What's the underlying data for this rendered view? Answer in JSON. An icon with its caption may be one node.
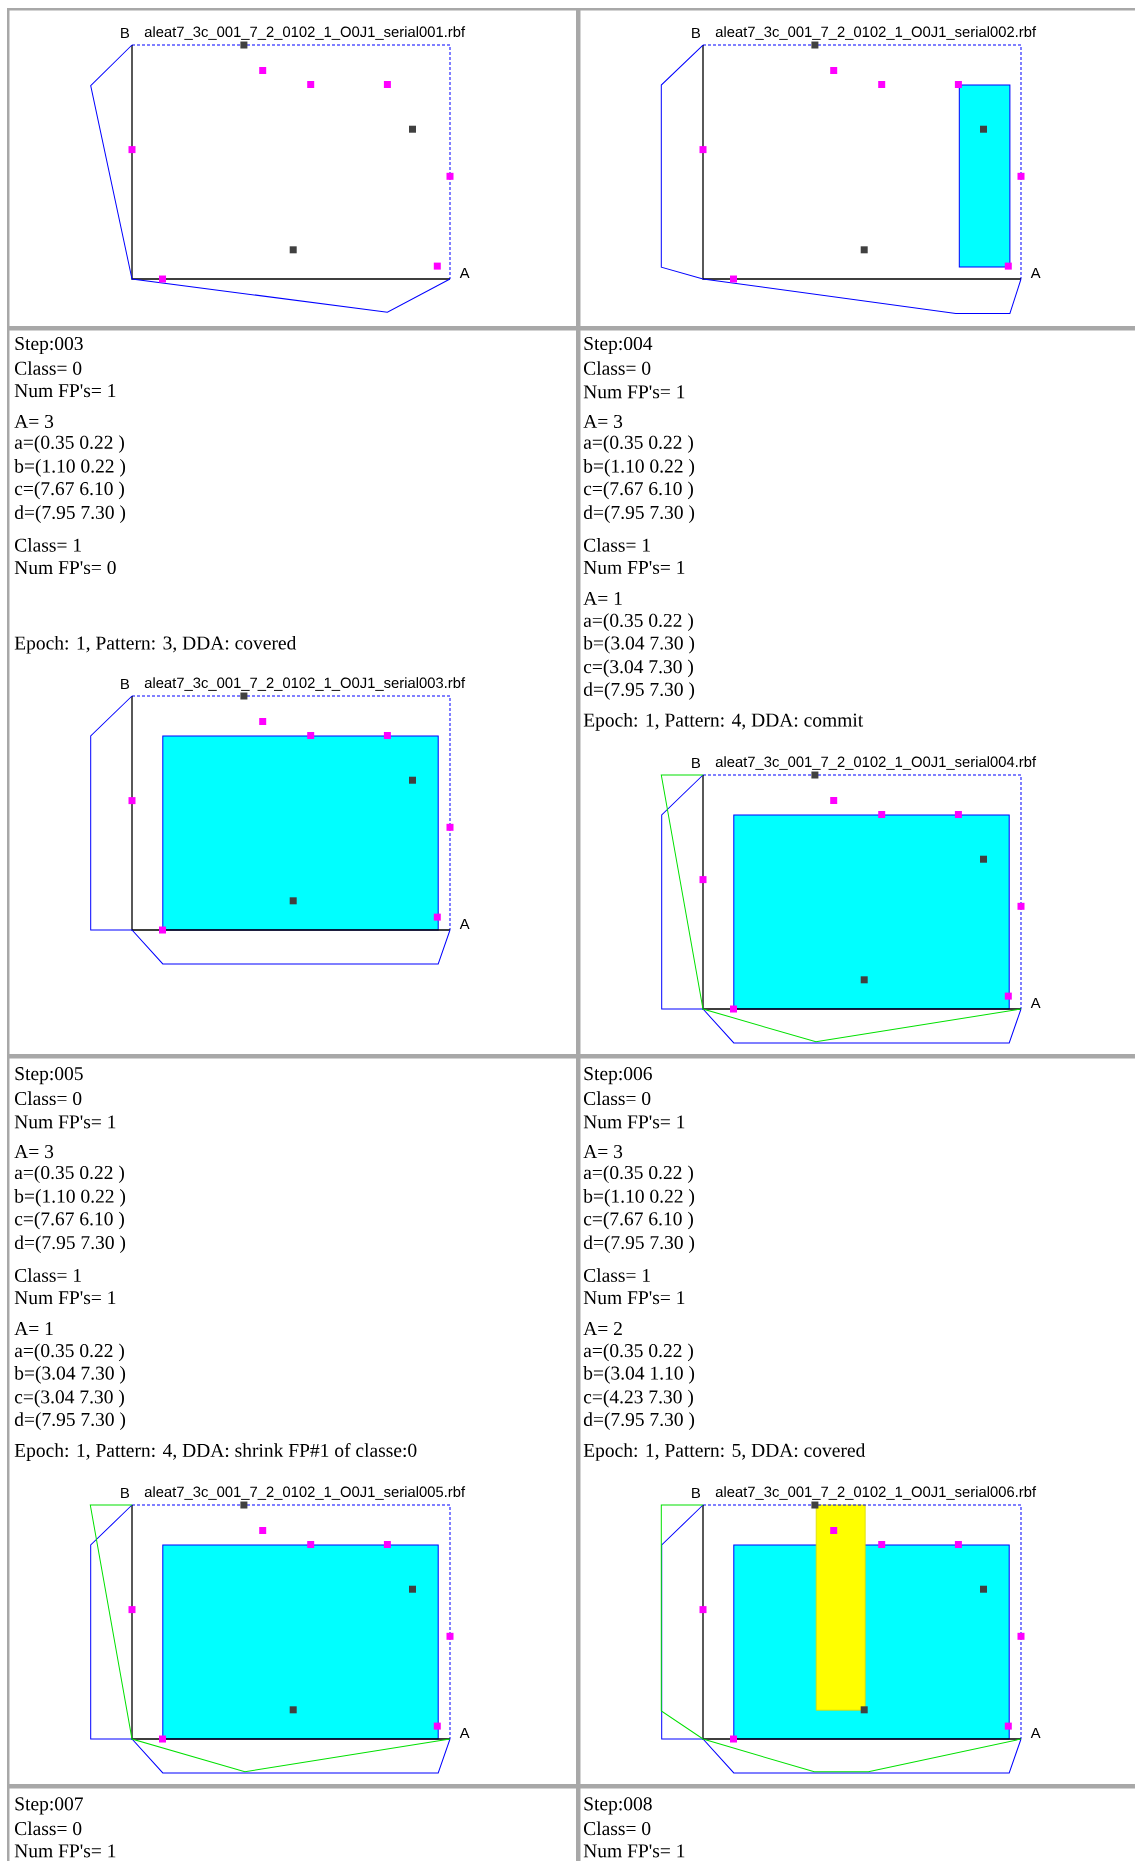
{
  "diagram": {
    "nodes": [
      {
        "text": [],
        "shape": "box"
      },
      {
        "text": [
          "B",
          "aleat7_3c_001_7_2_0102_1_O0J1_serial001.rbf",
          "A"
        ],
        "in": 0
      },
      {
        "text": [],
        "shape": "box"
      },
      {
        "text": [
          "B",
          "aleat7_3c_001_7_2_0102_1_O0J1_serial002.rbf",
          "A"
        ],
        "in": 2
      },
      {
        "text": [
          "Step:003",
          "Class= 0",
          "Num FP's= 1",
          "A= 3",
          "a=(0.35 0.22 )",
          "b=(1.10 0.22 )",
          "c=(7.67 6.10 )",
          "d=(7.95 7.30 )",
          "Class= 1",
          "Num FP's= 0",
          "Epoch: 1, Pattern: 3, DDA: covered"
        ]
      },
      {
        "text": [
          "B",
          "aleat7_3c_001_7_2_0102_1_O0J1_serial003.rbf",
          "A"
        ],
        "in": 4
      },
      {
        "text": [
          "Step:004",
          "Class= 0",
          "Num FP's= 1",
          "A= 3",
          "a=(0.35 0.22 )",
          "b=(1.10 0.22 )",
          "c=(7.67 6.10 )",
          "d=(7.95 7.30 )",
          "Class= 1",
          "Num FP's= 1",
          "A= 1",
          "a=(0.35 0.22 )",
          "b=(3.04 7.30 )",
          "c=(3.04 7.30 )",
          "d=(7.95 7.30 )",
          "Epoch: 1, Pattern: 4, DDA: commit"
        ]
      },
      {
        "text": [
          "B",
          "aleat7_3c_001_7_2_0102_1_O0J1_serial004.rbf",
          "A"
        ],
        "in": 6
      },
      {
        "text": [
          "Step:005",
          "Class= 0",
          "Num FP's= 1",
          "A= 3",
          "a=(0.35 0.22 )",
          "b=(1.10 0.22 )",
          "c=(7.67 6.10 )",
          "d=(7.95 7.30 )",
          "Class= 1",
          "Num FP's= 1",
          "A= 1",
          "a=(0.35 0.22 )",
          "b=(3.04 7.30 )",
          "c=(3.04 7.30 )",
          "d=(7.95 7.30 )",
          "Epoch: 1, Pattern: 4, DDA: shrink FP#1 of classe:0"
        ]
      },
      {
        "text": [
          "B",
          "aleat7_3c_001_7_2_0102_1_O0J1_serial005.rbf",
          "A"
        ],
        "in": 8
      },
      {
        "text": [
          "Step:006",
          "Class= 0",
          "Num FP's= 1",
          "A= 3",
          "a=(0.35 0.22 )",
          "b=(1.10 0.22 )",
          "c=(7.67 6.10 )",
          "d=(7.95 7.30 )",
          "Class= 1",
          "Num FP's= 1",
          "A= 2",
          "a=(0.35 0.22 )",
          "b=(3.04 1.10 )",
          "c=(4.23 7.30 )",
          "d=(7.95 7.30 )",
          "Epoch: 1, Pattern: 5, DDA: covered"
        ]
      },
      {
        "text": [
          "B",
          "aleat7_3c_001_7_2_0102_1_O0J1_serial006.rbf",
          "A"
        ],
        "in": 10
      },
      {
        "text": [
          "Step:007",
          "Class= 0",
          "Num FP's= 1"
        ]
      },
      {
        "text": [
          "Step:008",
          "Class= 0",
          "Num FP's= 1"
        ]
      }
    ]
  }
}
